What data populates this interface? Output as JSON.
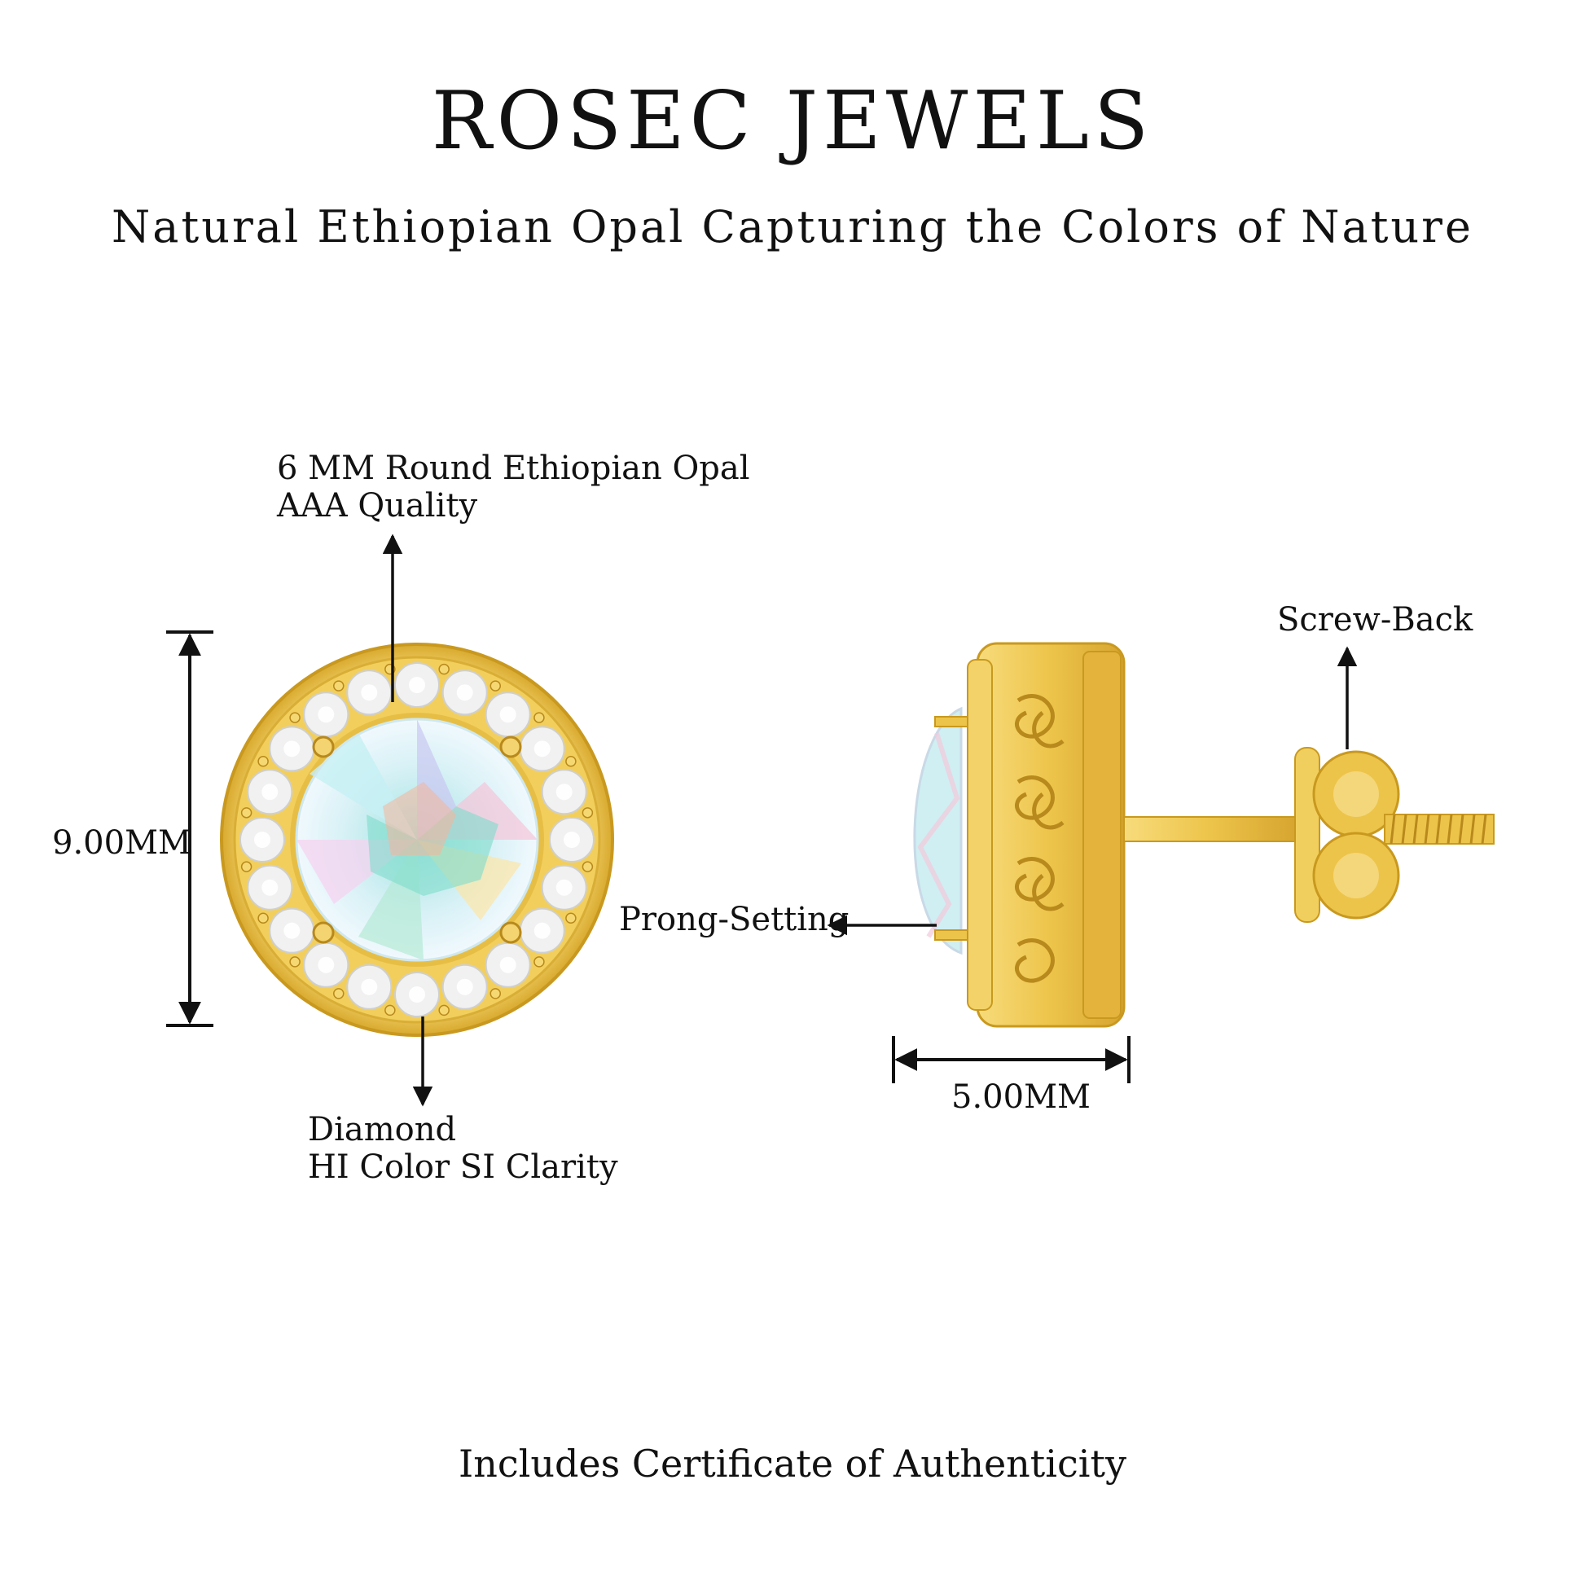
{
  "header": {
    "brand": "ROSEC JEWELS",
    "tagline": "Natural Ethiopian Opal Capturing the Colors of Nature"
  },
  "callouts": {
    "opal_line1": "6 MM Round Ethiopian Opal",
    "opal_line2": "AAA Quality",
    "diamond_line1": "Diamond",
    "diamond_line2": "HI Color SI Clarity",
    "height": "9.00MM",
    "prong": "Prong-Setting",
    "screw_back": "Screw-Back",
    "width": "5.00MM"
  },
  "footer": {
    "certificate": "Includes Certificate of Authenticity"
  },
  "colors": {
    "gold": "#EDC44A",
    "gold_dark": "#C9991F",
    "opal": "#CFEFF3",
    "diamond": "#F1F1F1",
    "text": "#111111"
  }
}
